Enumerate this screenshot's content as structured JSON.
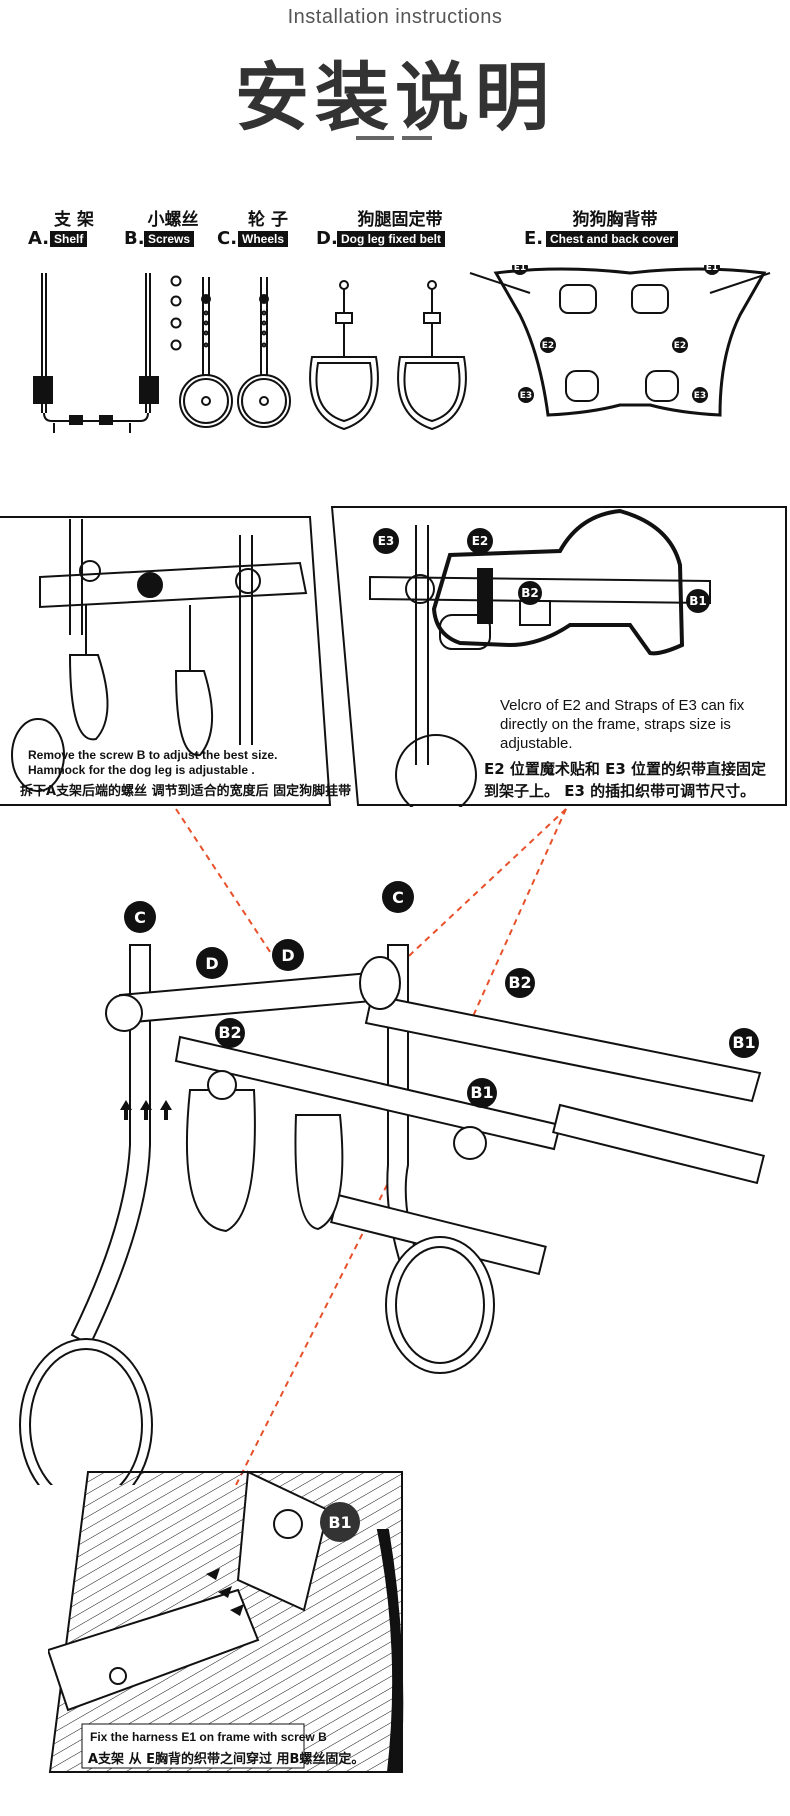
{
  "header": {
    "subtitle": "Installation instructions",
    "title": "安装说明"
  },
  "parts": [
    {
      "letter": "A.",
      "cn": "支 架",
      "en": "Shelf"
    },
    {
      "letter": "B.",
      "cn": "小螺丝",
      "en": "Screws"
    },
    {
      "letter": "C.",
      "cn": "轮 子",
      "en": "Wheels"
    },
    {
      "letter": "D.",
      "cn": "狗腿固定带",
      "en": "Dog leg fixed belt"
    },
    {
      "letter": "E.",
      "cn": "狗狗胸背带",
      "en": "Chest and back cover"
    }
  ],
  "labels": {
    "e1": "E1",
    "e2": "E2",
    "e3": "E3",
    "b1": "B1",
    "b2": "B2",
    "c": "C",
    "d": "D"
  },
  "panel_left": {
    "line1": "Remove the screw B to adjust the best size.",
    "line2": "Hammock for the dog leg is adjustable .",
    "line3": "拆下A支架后端的螺丝 调节到适合的宽度后 固定狗脚挂带"
  },
  "panel_right": {
    "en": "Velcro of E2 and Straps of E3 can fix directly on the frame, straps size is adjustable.",
    "cn1": "E2 位置魔术贴和 E3 位置的织带直接固定",
    "cn2": "到架子上。 E3 的插扣织带可调节尺寸。"
  },
  "panel_bottom": {
    "line1": "Fix the harness E1 on frame with screw B",
    "line2": "A支架 从 E胸背的织带之间穿过 用B螺丝固定。"
  },
  "colors": {
    "accent_dash": "#e8502a",
    "ink": "#111111",
    "header_text": "#333333"
  }
}
